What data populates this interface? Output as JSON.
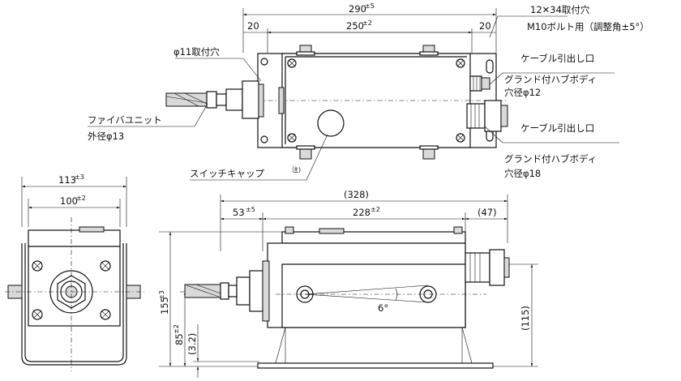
{
  "top_view": {
    "dim_total": "290",
    "dim_total_tol": "±5",
    "dim_left_margin": "20",
    "dim_center": "250",
    "dim_center_tol": "±2",
    "dim_right_margin": "20",
    "mount_hole_slot": "12✕34取付穴",
    "bolt_note": "M10ボルト用（調整角±5°）",
    "hole_11": "φ11取付穴",
    "fiber_unit": "ファイバユニット",
    "fiber_od": "外径φ13",
    "cable_outlet_1": "ケーブル引出し口",
    "gland_hub_1": "グランド付ハブボディ",
    "hole_dia_12": "穴径φ12",
    "cable_outlet_2": "ケーブル引出し口",
    "gland_hub_2": "グランド付ハブボディ",
    "hole_dia_18": "穴径φ18",
    "switch_cap": "スイッチキャップ",
    "switch_cap_note": "注)"
  },
  "side_view": {
    "dim_width": "113",
    "dim_width_tol": "±3",
    "dim_inner": "100",
    "dim_inner_tol": "±2"
  },
  "front_view": {
    "dim_overall": "(328)",
    "dim_left": "53",
    "dim_left_tol": "±5",
    "dim_mid": "228",
    "dim_mid_tol": "±2",
    "dim_right": "(47)",
    "dim_height": "155",
    "dim_height_tol": "±3",
    "dim_center_h": "85",
    "dim_center_h_tol": "±2",
    "dim_base": "(3.2)",
    "dim_right_h": "(115)",
    "angle": "6°"
  }
}
